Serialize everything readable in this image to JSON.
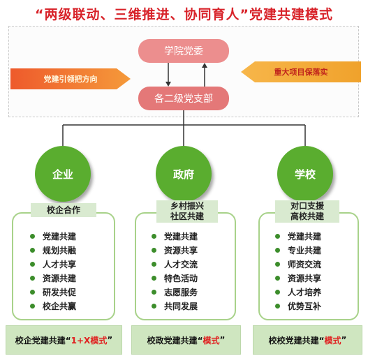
{
  "title": "“两级联动、三维推进、协同育人”党建共建模式",
  "top": {
    "upper": "学院党委",
    "lower": "各二级党支部",
    "left_arrow": "党建引领把方向",
    "right_arrow": "重大项目保落实"
  },
  "colors": {
    "title": "#d8232a",
    "circle": "#5aad2f",
    "pill": "#e47878",
    "arrow_red": "#e8432e",
    "arrow_orange": "#f2a12e"
  },
  "columns": [
    {
      "name": "企业",
      "tag": [
        "校企合作"
      ],
      "items": [
        "党建共建",
        "规划共融",
        "人才共享",
        "资源共建",
        "研发共促",
        "校企共赢"
      ],
      "foot_prefix": "校企党建共建“",
      "foot_highlight": "1+X模式",
      "foot_suffix": "”"
    },
    {
      "name": "政府",
      "tag": [
        "乡村振兴",
        "社区共建"
      ],
      "items": [
        "党建共建",
        "资源共享",
        "人才交流",
        "特色活动",
        "志愿服务",
        "共同发展"
      ],
      "foot_prefix": "校政党建共建“",
      "foot_highlight": "模式",
      "foot_suffix": "”"
    },
    {
      "name": "学校",
      "tag": [
        "对口支援",
        "高校共建"
      ],
      "items": [
        "党建共建",
        "专业共建",
        "师资交流",
        "资源共享",
        "人才培养",
        "优势互补"
      ],
      "foot_prefix": "校校党建共建“",
      "foot_highlight": "模式",
      "foot_suffix": "”"
    }
  ]
}
